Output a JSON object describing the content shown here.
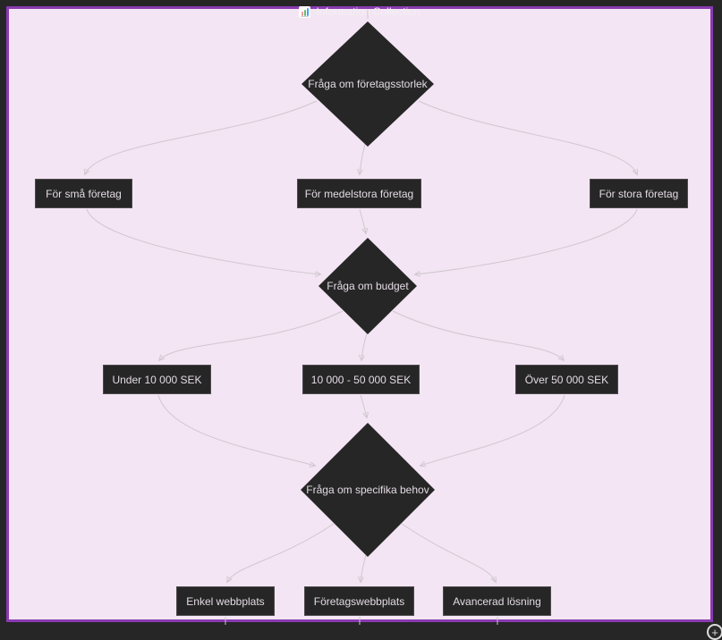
{
  "header": {
    "title": "Information Collection",
    "icon": "bar-chart-icon"
  },
  "colors": {
    "frame": "#262626",
    "canvas_background": "#f3e5f3",
    "canvas_border": "#8a3ab2",
    "node_fill": "#262626",
    "node_border": "#4e4a4e",
    "node_text": "#e3dbe3",
    "edge": "#cfc7cf",
    "title_text": "#f4f0f4"
  },
  "flow": {
    "decision1": {
      "label": "Fråga om företagsstorlek",
      "shape": "diamond"
    },
    "option_small": {
      "label": "För små företag",
      "shape": "rect"
    },
    "option_medium": {
      "label": "För medelstora företag",
      "shape": "rect"
    },
    "option_large": {
      "label": "För stora företag",
      "shape": "rect"
    },
    "decision2": {
      "label": "Fråga om budget",
      "shape": "diamond"
    },
    "option_under10k": {
      "label": "Under 10 000 SEK",
      "shape": "rect"
    },
    "option_10kto50k": {
      "label": "10 000 - 50 000 SEK",
      "shape": "rect"
    },
    "option_over50k": {
      "label": "Över 50 000 SEK",
      "shape": "rect"
    },
    "decision3": {
      "label": "Fråga om specifika behov",
      "shape": "diamond"
    },
    "option_simple": {
      "label": "Enkel webbplats",
      "shape": "rect"
    },
    "option_corporate": {
      "label": "Företagswebbplats",
      "shape": "rect"
    },
    "option_advanced": {
      "label": "Avancerad lösning",
      "shape": "rect"
    }
  },
  "edges": [
    {
      "from": "top",
      "to": "decision1"
    },
    {
      "from": "decision1",
      "to": "option_small"
    },
    {
      "from": "decision1",
      "to": "option_medium"
    },
    {
      "from": "decision1",
      "to": "option_large"
    },
    {
      "from": "option_small",
      "to": "decision2"
    },
    {
      "from": "option_medium",
      "to": "decision2"
    },
    {
      "from": "option_large",
      "to": "decision2"
    },
    {
      "from": "decision2",
      "to": "option_under10k"
    },
    {
      "from": "decision2",
      "to": "option_10kto50k"
    },
    {
      "from": "decision2",
      "to": "option_over50k"
    },
    {
      "from": "option_under10k",
      "to": "decision3"
    },
    {
      "from": "option_10kto50k",
      "to": "decision3"
    },
    {
      "from": "option_over50k",
      "to": "decision3"
    },
    {
      "from": "decision3",
      "to": "option_simple"
    },
    {
      "from": "decision3",
      "to": "option_corporate"
    },
    {
      "from": "decision3",
      "to": "option_advanced"
    },
    {
      "from": "option_simple",
      "to": "bottom"
    },
    {
      "from": "option_corporate",
      "to": "bottom"
    },
    {
      "from": "option_advanced",
      "to": "bottom"
    }
  ],
  "controls": {
    "zoom_button_label": "+"
  }
}
